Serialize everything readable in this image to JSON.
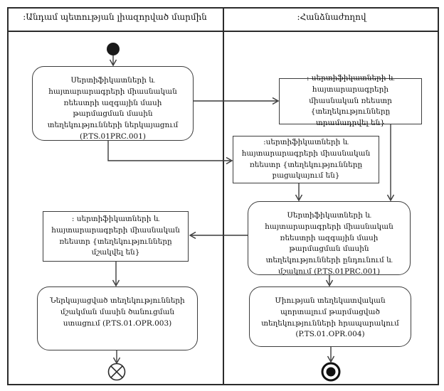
{
  "diagram": {
    "lanes": [
      {
        "title": ":Անդամ պետության լիազորված մարմին"
      },
      {
        "title": ":Հանձնաժողով"
      }
    ],
    "nodes": {
      "submit": {
        "text": "Սերտիֆիկատների և հայտարարագրերի միասնական ռեեստրի ազգային մասի թարմացման մասին տեղեկությունների ներկայացում (P.TS.01PRC.001)"
      },
      "registry_provided": {
        "text": ": սերտիֆիկատների և հայտարարագրերի միասնական ռեեստր {տեղեկությունները տրամադրվել են}"
      },
      "registry_missing": {
        "text": ":սերտիֆիկատների և հայտարարագրերի միասնական ռեեստր {տեղեկությունները բացակայում են}"
      },
      "receive_process": {
        "text": "Սերտիֆիկատների և հայտարարագրերի միասնական ռեեստրի ազգային մասի թարմացման մասին տեղեկությունների ընդունում և մշակում (P.TS.01PRC.001)"
      },
      "registry_processed": {
        "text": ": սերտիֆիկատների և հայտարարագրերի միասնական ռեեստր {տեղեկությունները մշակվել են}"
      },
      "notification": {
        "text": "Ներկայացված տեղեկությունների մշակման մասին ծանուցման ստացում (P.TS.01.OPR.003)"
      },
      "publish": {
        "text": "Միության տեղեկատվական պորտալում թարմացված տեղեկությունների հրապարակում (P.TS.01.OPR.004)"
      }
    },
    "icons": {
      "start": "filled-circle",
      "flow_final": "circled-x",
      "activity_final": "bullseye"
    },
    "colors": {
      "line": "#3a3a3a",
      "border": "#2b2b2b",
      "background": "#ffffff",
      "text": "#111111",
      "node_fill": "#1a1a1a"
    }
  }
}
